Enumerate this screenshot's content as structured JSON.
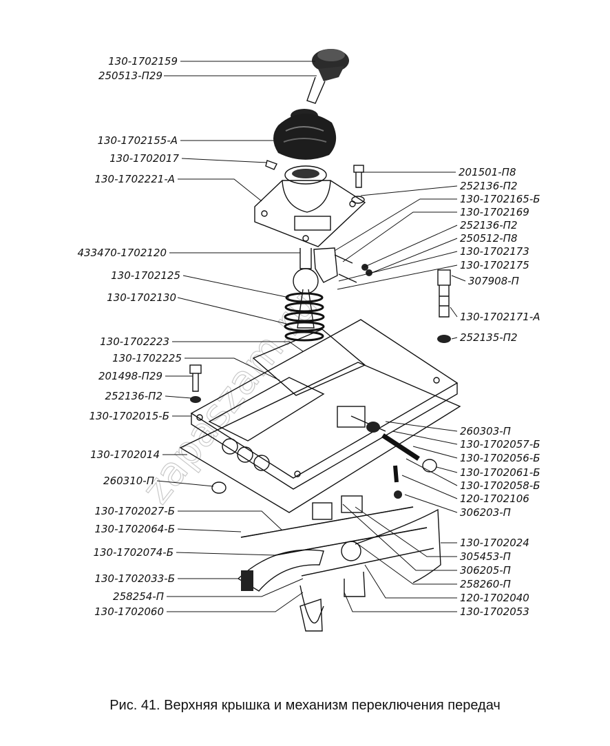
{
  "caption": "Рис. 41. Верхняя крышка и механизм переключения передач",
  "watermark": "zapaszam.ru",
  "labels_left": [
    "130-1702159",
    "250513-П29",
    "130-1702155-А",
    "130-1702017",
    "130-1702221-А",
    "433470-1702120",
    "130-1702125",
    "130-1702130",
    "130-1702223",
    "130-1702225",
    "201498-П29",
    "252136-П2",
    "130-1702015-Б",
    "130-1702014",
    "260310-П",
    "130-1702027-Б",
    "130-1702064-Б",
    "130-1702074-Б",
    "130-1702033-Б",
    "258254-П",
    "130-1702060"
  ],
  "labels_right": [
    "201501-П8",
    "252136-П2",
    "130-1702165-Б",
    "130-1702169",
    "252136-П2",
    "250512-П8",
    "130-1702173",
    "130-1702175",
    "307908-П",
    "130-1702171-А",
    "252135-П2",
    "260303-П",
    "130-1702057-Б",
    "130-1702056-Б",
    "130-1702061-Б",
    "130-1702058-Б",
    "120-1702106",
    "306203-П",
    "130-1702024",
    "305453-П",
    "306205-П",
    "258260-П",
    "120-1702040",
    "130-1702053"
  ]
}
